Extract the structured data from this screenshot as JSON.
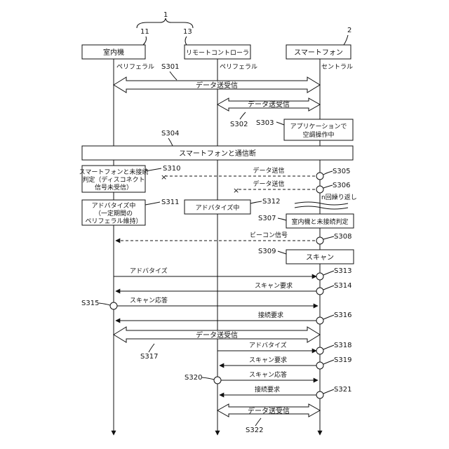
{
  "header": {
    "group_num": "1",
    "ref_11": "11",
    "ref_13": "13",
    "ref_2": "2"
  },
  "devices": {
    "indoor": "室内機",
    "remote": "リモートコントローラ",
    "phone": "スマートフォン"
  },
  "roles": {
    "peripheral_a": "ペリフェラル",
    "peripheral_b": "ペリフェラル",
    "central": "セントラル"
  },
  "steps": {
    "s301": "S301",
    "s302": "S302",
    "s303": "S303",
    "s304": "S304",
    "s305": "S305",
    "s306": "S306",
    "s307": "S307",
    "s308": "S308",
    "s309": "S309",
    "s310": "S310",
    "s311": "S311",
    "s312": "S312",
    "s313": "S313",
    "s314": "S314",
    "s315": "S315",
    "s316": "S316",
    "s317": "S317",
    "s318": "S318",
    "s319": "S319",
    "s320": "S320",
    "s321": "S321",
    "s322": "S322"
  },
  "labels": {
    "data_txrx": "データ送受信",
    "app_line1": "アプリケーションで",
    "app_line2": "空調操作中",
    "disconnect": "スマートフォンと通信断",
    "data_tx": "データ送信",
    "judge_line1": "スマートフォンと未接続",
    "judge_line2": "判定（ディスコネクト",
    "judge_line3": "信号未受信）",
    "n_repeat": "n回繰り返し",
    "adv_line1": "アドバタイズ中",
    "adv_line2": "（一定期間の",
    "adv_line3": "ペリフェラル維持）",
    "adv_mid": "アドバタイズ中",
    "indoor_unconnected": "室内機と未接続判定",
    "beacon": "ビーコン信号",
    "scan": "スキャン",
    "advertise": "アドバタイズ",
    "scan_req": "スキャン要求",
    "scan_resp": "スキャン応答",
    "conn_req": "接続要求",
    "x_mark": "×"
  }
}
